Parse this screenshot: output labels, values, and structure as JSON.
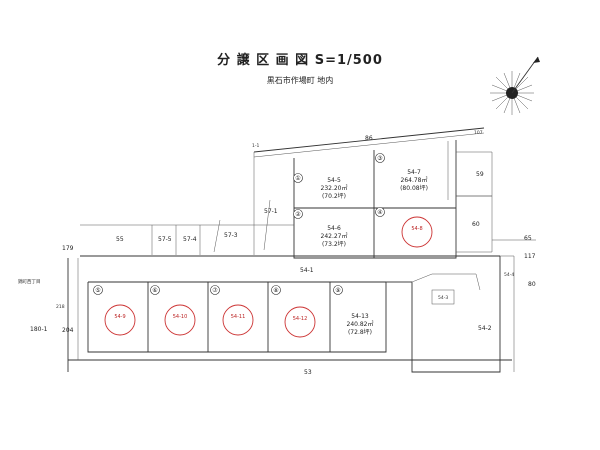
{
  "title": "分 譲 区 画 図 S=1/500",
  "subtitle": "黒石市作場町 地内",
  "compass": {
    "icon": "compass-rose-icon"
  },
  "surrounding_labels": {
    "road_top": "86",
    "road_top_right": "107",
    "corner": "1-1",
    "lot_59": "59",
    "lot_60": "60",
    "lot_65": "65",
    "lot_117": "117",
    "lot_55": "55",
    "lot_57_5": "57-5",
    "lot_57_4": "57-4",
    "lot_57_3": "57-3",
    "lot_57_1": "57-1",
    "lot_179": "179",
    "road_middle": "54-1",
    "lot_54_4": "54-4",
    "lot_80": "80",
    "lot_54_3": "54-3",
    "lot_54_2": "54-2",
    "west_street": "錦町西丁目",
    "lot_180_1": "180-1",
    "lot_204": "204",
    "lot_218": "218",
    "bottom_road": "53"
  },
  "lots": [
    {
      "no": "①",
      "id": "54-5",
      "area": "232.20㎡",
      "tsubo": "(70.2坪)"
    },
    {
      "no": "②",
      "id": "54-6",
      "area": "242.27㎡",
      "tsubo": "(73.2坪)"
    },
    {
      "no": "③",
      "id": "54-7",
      "area": "264.78㎡",
      "tsubo": "(80.08坪)"
    },
    {
      "no": "④",
      "id": "54-8",
      "area": "",
      "tsubo": ""
    },
    {
      "no": "⑤",
      "id": "54-9",
      "area": "",
      "tsubo": ""
    },
    {
      "no": "⑥",
      "id": "54-10",
      "area": "",
      "tsubo": ""
    },
    {
      "no": "⑦",
      "id": "54-11",
      "area": "",
      "tsubo": ""
    },
    {
      "no": "⑧",
      "id": "54-12",
      "area": "",
      "tsubo": ""
    },
    {
      "no": "⑨",
      "id": "54-13",
      "area": "240.82㎡",
      "tsubo": "(72.8坪)"
    }
  ],
  "sold_marks": [
    "④",
    "⑤",
    "⑥",
    "⑦",
    "⑧"
  ]
}
